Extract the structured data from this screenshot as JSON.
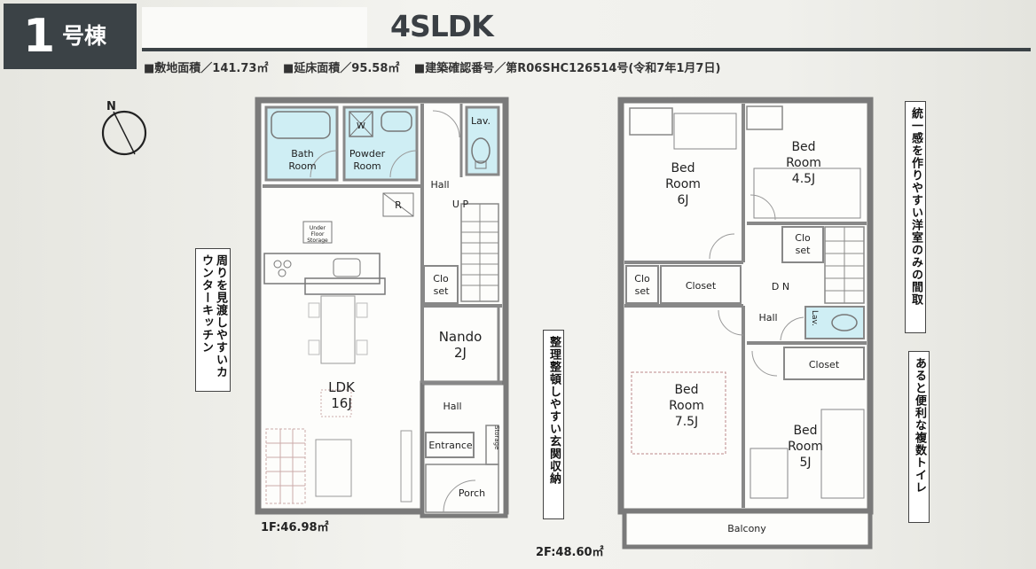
{
  "header": {
    "building_number": "1",
    "building_unit": "号棟",
    "plan_type": "4SLDK",
    "site_area": "■敷地面積／141.73㎡",
    "floor_area": "■延床面積／95.58㎡",
    "confirmation_number": "■建築確認番号／第R06SHC126514号(令和7年1月7日)"
  },
  "compass": {
    "north_label": "N"
  },
  "floor1": {
    "area_label": "1F:46.98㎡",
    "rooms": {
      "bath": [
        "Bath",
        "Room"
      ],
      "powder": [
        "Powder",
        "Room"
      ],
      "washer": "W",
      "lav": "Lav.",
      "hall_upper": "Hall",
      "up": "U P",
      "refrigerator": "R",
      "underfloor": [
        "Under",
        "Floor",
        "Storage"
      ],
      "closet": [
        "Clo",
        "set"
      ],
      "nando": [
        "Nando",
        "2J"
      ],
      "ldk": [
        "LDK",
        "16J"
      ],
      "hall_lower": "Hall",
      "entrance": "Entrance",
      "storage": "Storage",
      "porch": "Porch"
    }
  },
  "floor2": {
    "area_label": "2F:48.60㎡",
    "rooms": {
      "bed_6": [
        "Bed",
        "Room",
        "6J"
      ],
      "bed_45": [
        "Bed",
        "Room",
        "4.5J"
      ],
      "closet_small_left": [
        "Clo",
        "set"
      ],
      "closet_left": "Closet",
      "closet_stair": [
        "Clo",
        "set"
      ],
      "dn": "D N",
      "hall": "Hall",
      "lav": "Lav.",
      "closet_right": "Closet",
      "bed_75": [
        "Bed",
        "Room",
        "7.5J"
      ],
      "bed_5": [
        "Bed",
        "Room",
        "5J"
      ],
      "balcony": "Balcony"
    }
  },
  "callouts": {
    "kitchen": "周りを見渡しやすいカウンターキッチン",
    "storage": "整理整頓しやすい玄関収納",
    "rooms": "統一感を作りやすい洋室のみの間取",
    "toilets": "あると便利な複数トイレ"
  },
  "colors": {
    "badge": "#3b4246",
    "wall": "#8a8a8a",
    "wet_area": "#cfeef4"
  }
}
